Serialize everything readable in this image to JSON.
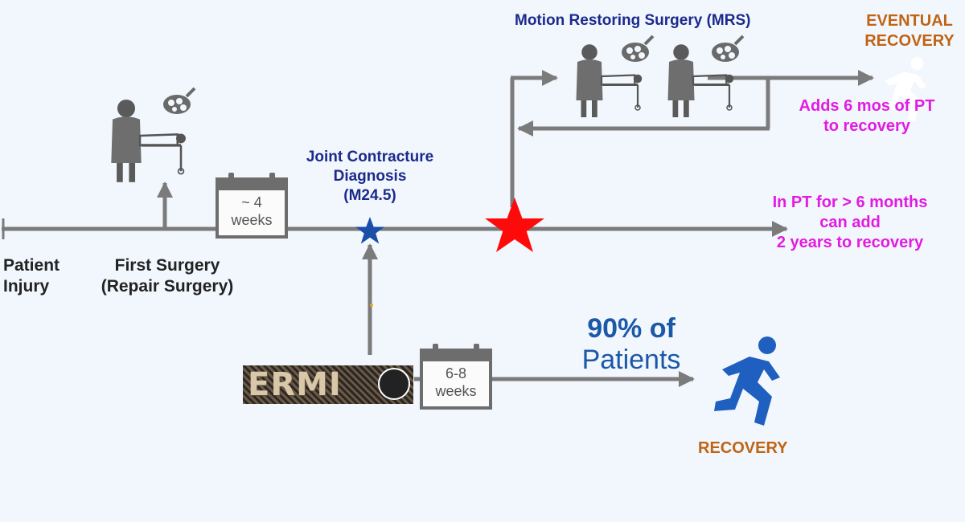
{
  "patient_injury": {
    "line1": "Patient",
    "line2": "Injury"
  },
  "first_surgery": {
    "line1": "First Surgery",
    "line2": "(Repair Surgery)"
  },
  "weeks_calendar_1": {
    "line1": "~ 4",
    "line2": "weeks"
  },
  "weeks_calendar_2": {
    "line1": "6-8",
    "line2": "weeks"
  },
  "diagnosis": {
    "line1": "Joint Contracture",
    "line2": "Diagnosis",
    "line3": "(M24.5)"
  },
  "mrs_title": "Motion Restoring Surgery (MRS)",
  "eventual_recovery": {
    "line1": "EVENTUAL",
    "line2": "RECOVERY"
  },
  "adds_pt": {
    "line1": "Adds 6 mos of PT",
    "line2": "to recovery"
  },
  "in_pt": {
    "line1": "In PT for > 6 months",
    "line2": "can add",
    "line3": "2 years to recovery"
  },
  "ermi_logo_text": "ERMI",
  "percent_patients": {
    "line1": "90% of",
    "line2": "Patients"
  },
  "recovery_label": "RECOVERY",
  "colors": {
    "timeline_gray": "#7b7b7b",
    "navy_text": "#1b2a8c",
    "magenta_text": "#e21be2",
    "orange_text": "#c06414",
    "blue_star": "#1a4ea8",
    "red_star": "#ff0a0a",
    "runner_blue": "#1f5fbf",
    "background": "#f2f7fd"
  },
  "icons": [
    "surgeon-icon",
    "surgical-light-icon",
    "calendar-icon",
    "blue-star-icon",
    "red-star-icon",
    "runner-icon",
    "ermi-globe-icon"
  ]
}
